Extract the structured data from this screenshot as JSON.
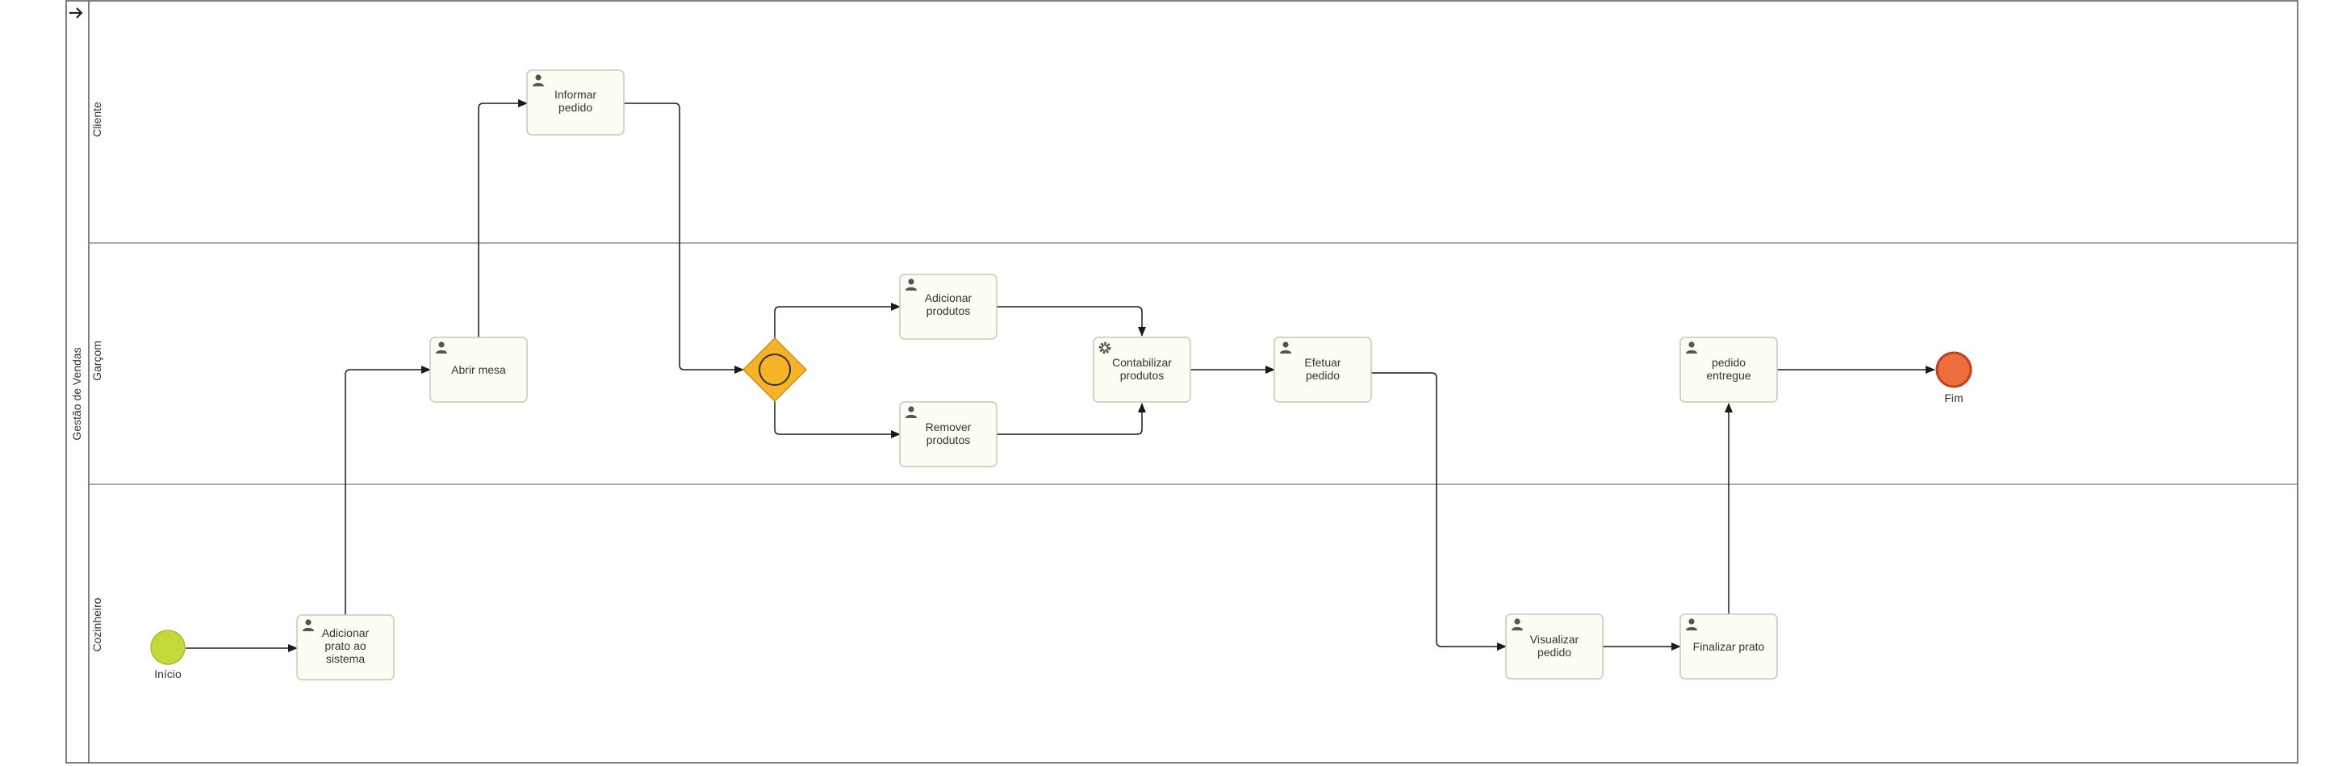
{
  "pool": {
    "name": "Gestão de Vendas",
    "lanes": [
      "Cliente",
      "Garçom",
      "Cozinheiro"
    ]
  },
  "events": {
    "start": "Início",
    "end": "Fim"
  },
  "tasks": [
    {
      "id": "informar",
      "lines": [
        "Informar",
        "pedido"
      ],
      "icon": "user-icon"
    },
    {
      "id": "abrir",
      "lines": [
        "Abrir mesa"
      ],
      "icon": "user-icon"
    },
    {
      "id": "adicionar-produtos",
      "lines": [
        "Adicionar",
        "produtos"
      ],
      "icon": "user-icon"
    },
    {
      "id": "remover-produtos",
      "lines": [
        "Remover",
        "produtos"
      ],
      "icon": "user-icon"
    },
    {
      "id": "contabilizar",
      "lines": [
        "Contabilizar",
        "produtos"
      ],
      "icon": "gear-icon"
    },
    {
      "id": "efetuar",
      "lines": [
        "Efetuar",
        "pedido"
      ],
      "icon": "user-icon"
    },
    {
      "id": "entregue",
      "lines": [
        "pedido",
        "entregue"
      ],
      "icon": "user-icon"
    },
    {
      "id": "adicionar-prato",
      "lines": [
        "Adicionar",
        "prato ao",
        "sistema"
      ],
      "icon": "user-icon"
    },
    {
      "id": "visualizar",
      "lines": [
        "Visualizar",
        "pedido"
      ],
      "icon": "user-icon"
    },
    {
      "id": "finalizar",
      "lines": [
        "Finalizar prato"
      ],
      "icon": "user-icon"
    }
  ],
  "gateway": {
    "icon": "event-based-gateway-icon"
  },
  "colors": {
    "task_fill": "#fdfdf3",
    "task_stroke": "#c9c9b6",
    "start_fill": "#c5d93a",
    "end_fill": "#ee6d3f",
    "gateway_fill": "#f6b327",
    "line": "#1a1a1a"
  }
}
